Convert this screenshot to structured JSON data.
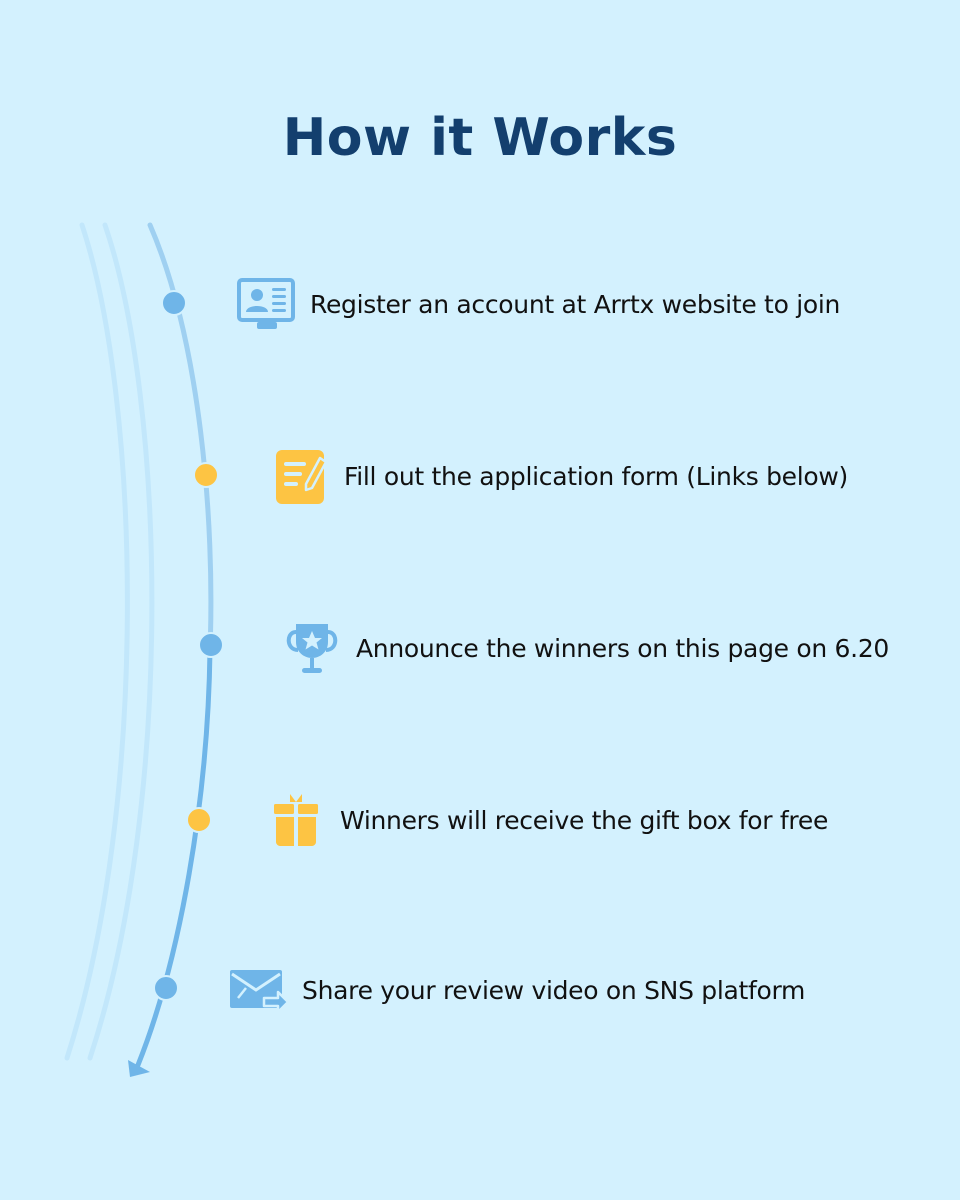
{
  "title": "How it Works",
  "colors": {
    "background": "#d3f1fe",
    "title": "#133f6e",
    "blue": "#6fb5e8",
    "yellow": "#fdc443",
    "faint_curve": "#bfe6fb"
  },
  "steps": [
    {
      "icon": "id-card-monitor-icon",
      "dot_color": "blue",
      "label": "Register an account at Arrtx website to join"
    },
    {
      "icon": "form-pencil-icon",
      "dot_color": "yellow",
      "label": "Fill out the application form (Links below)"
    },
    {
      "icon": "trophy-star-icon",
      "dot_color": "blue",
      "label": "Announce the winners on this page on 6.20"
    },
    {
      "icon": "gift-box-icon",
      "dot_color": "yellow",
      "label": "Winners will receive the gift box for free"
    },
    {
      "icon": "mail-forward-icon",
      "dot_color": "blue",
      "label": "Share your review video on SNS platform"
    }
  ]
}
